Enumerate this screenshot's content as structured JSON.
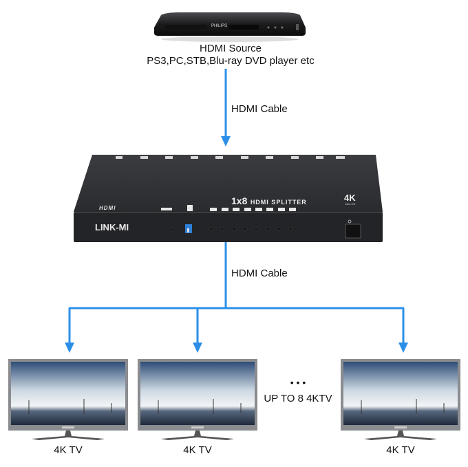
{
  "source": {
    "device_brand": "PHILIPS",
    "title": "HDMI Source",
    "subtitle": "PS3,PC,STB,Blu-ray DVD player etc"
  },
  "cable_top_label": "HDMI Cable",
  "cable_bottom_label": "HDMI Cable",
  "splitter": {
    "brand": "LINK-MI",
    "model": "1x8",
    "name": "HDMI SPLITTER",
    "badge": "4K",
    "badge_sub": "Ultra HD",
    "hdmi_logo": "HDMI",
    "output_count": 8
  },
  "displays": [
    {
      "label": "4K TV"
    },
    {
      "label": "4K TV"
    },
    {
      "label": "4K TV"
    }
  ],
  "ellipsis": "• • •",
  "more_note": "UP TO 8 4KTV",
  "colors": {
    "arrow": "#2b8fe8",
    "device": "#2a2b2e"
  }
}
